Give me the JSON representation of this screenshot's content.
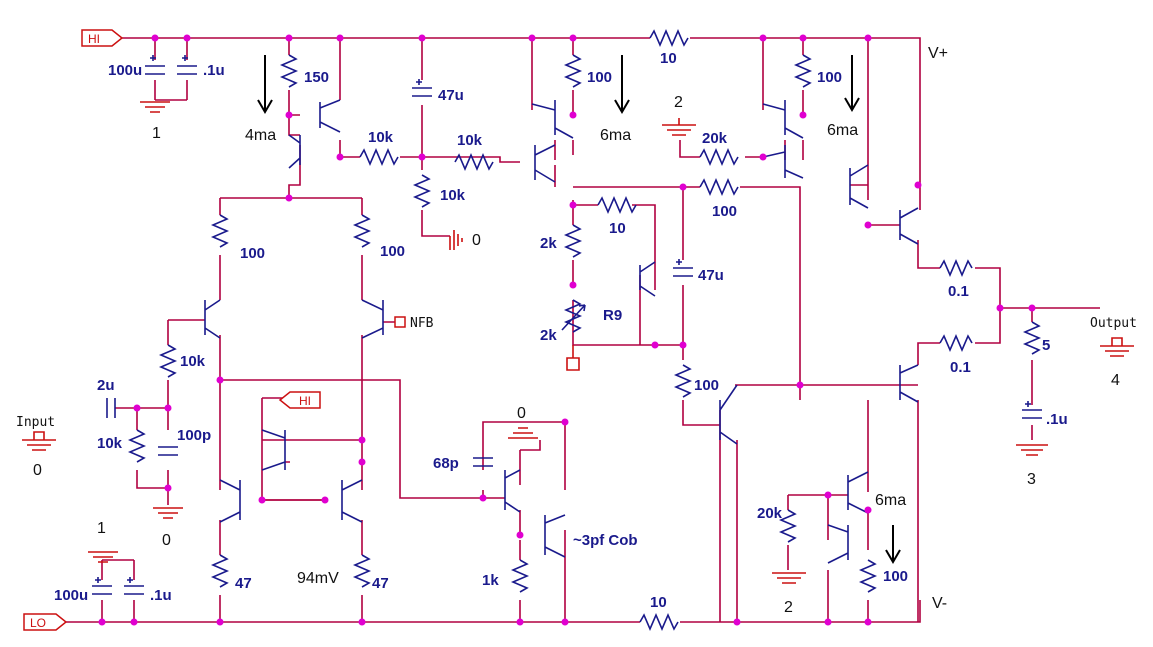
{
  "ports": {
    "hi_top": "HI",
    "hi_mid": "HI",
    "lo_bottom": "LO",
    "nfb": "NFB"
  },
  "rails": {
    "vplus": "V+",
    "vminus": "V-"
  },
  "io": {
    "input": "Input",
    "output": "Output"
  },
  "ground_nodes": {
    "g1_top": "1",
    "g1_bottom": "1",
    "g0_input": "0",
    "g0_mid": "0",
    "g0_vas": "0",
    "g0_diff": "0",
    "g2_top": "2",
    "g2_bottom": "2",
    "g3": "3",
    "g4": "4"
  },
  "components": {
    "c_100u_top": "100u",
    "c_01u_top": ".1u",
    "r_150": "150",
    "c_47u_top": "47u",
    "r_10k_a": "10k",
    "r_10k_b": "10k",
    "r_10k_c": "10k",
    "r_100_a": "100",
    "r_10_top": "10",
    "r_100_b": "100",
    "r_20k_top": "20k",
    "r_100_c": "100",
    "r_10_vas": "10",
    "r_2k_a": "2k",
    "r_2k_pot": "2k",
    "q_r9": "R9",
    "c_47u_mid": "47u",
    "r_100_diff_l": "100",
    "r_100_diff_r": "100",
    "r_10k_in": "10k",
    "c_2u": "2u",
    "r_10k_gnd": "10k",
    "c_100p": "100p",
    "c_68p": "68p",
    "cob": "~3pf Cob",
    "r_1k": "1k",
    "r_47_l": "47",
    "r_47_r": "47",
    "mv": "94mV",
    "c_100u_bot": "100u",
    "c_01u_bot": ".1u",
    "r_10_bot": "10",
    "r_100_vas": "100",
    "r_01_top": "0.1",
    "r_01_bot": "0.1",
    "r_5": "5",
    "c_01u_out": ".1u",
    "r_20k_bot": "20k",
    "r_100_bot": "100"
  },
  "currents": {
    "i_4ma": "4ma",
    "i_6ma_a": "6ma",
    "i_6ma_b": "6ma",
    "i_6ma_c": "6ma"
  },
  "colors": {
    "wire": "#b00040",
    "component": "#1a1a8c",
    "ground": "#cc1010",
    "junction": "#e000d0"
  }
}
